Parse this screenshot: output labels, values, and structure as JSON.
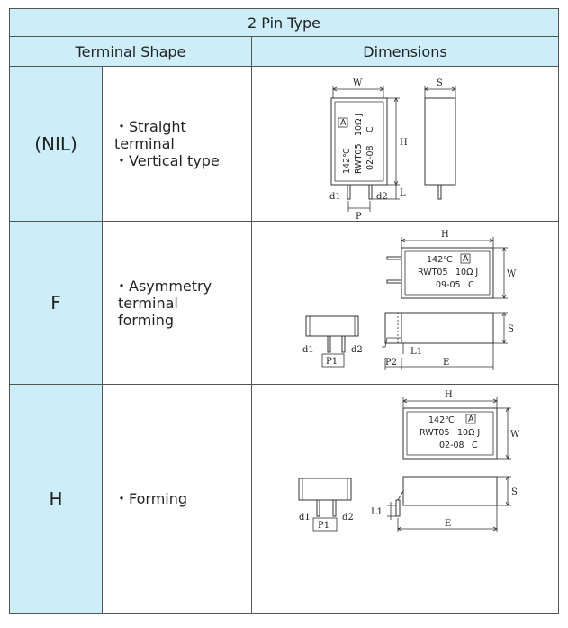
{
  "table": {
    "title": "2 Pin Type",
    "col_terminal_shape": "Terminal Shape",
    "col_dimensions": "Dimensions",
    "rows": [
      {
        "code": "(NIL)",
        "desc_lines": [
          "・Straight",
          "terminal",
          "・Vertical type"
        ]
      },
      {
        "code": "F",
        "desc_lines": [
          "・Asymmetry",
          "terminal",
          "forming"
        ]
      },
      {
        "code": "H",
        "desc_lines": [
          "・Forming"
        ]
      }
    ]
  },
  "labels": {
    "W": "W",
    "S": "S",
    "H": "H",
    "L": "L",
    "L1": "L1",
    "P": "P",
    "P1": "P1",
    "P2": "P2",
    "E": "E",
    "d1": "d1",
    "d2": "d2"
  },
  "marking_nil": {
    "temp": "142℃",
    "box": "A",
    "model": "RWT05",
    "value": "10Ω J",
    "date": "02-08",
    "code": "C"
  },
  "marking_f": {
    "temp": "142℃",
    "box": "A",
    "model": "RWT05",
    "value": "10Ω J",
    "date": "09-05",
    "code": "C"
  },
  "marking_h": {
    "temp": "142℃",
    "box": "A",
    "model": "RWT05",
    "value": "10Ω J",
    "date": "02-08",
    "code": "C"
  }
}
